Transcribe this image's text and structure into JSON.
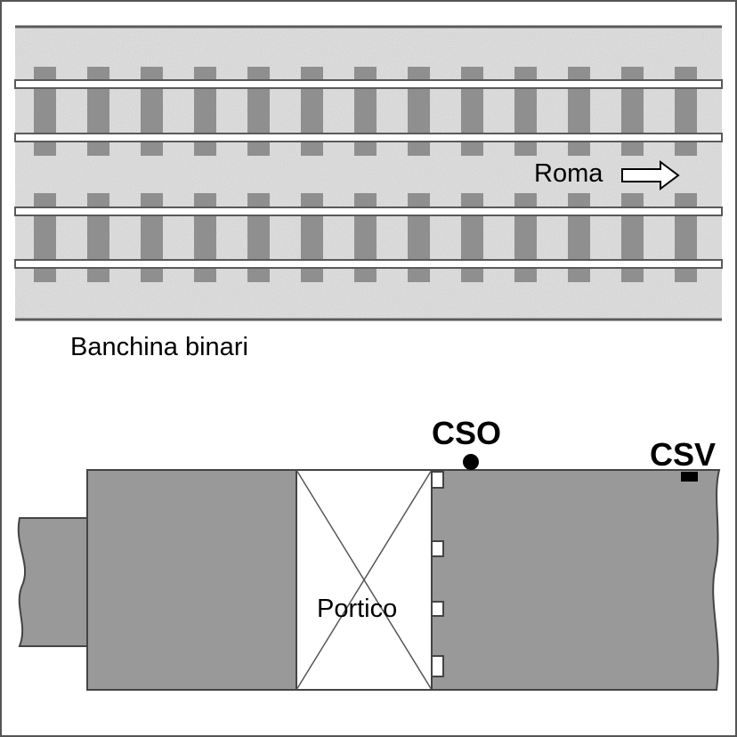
{
  "labels": {
    "direction": "Roma",
    "platform": "Banchina binari",
    "portico": "Portico",
    "cso": "CSO",
    "csv": "CSV"
  },
  "colors": {
    "ballast": "#e2e2e2",
    "sleeper": "#8f8f8f",
    "rail": "#5a5a5a",
    "building": "#999999",
    "outline": "#444444",
    "frame": "#555555",
    "marker": "#000000"
  },
  "icons": {
    "direction": "arrow-right-outline-icon",
    "cso": "filled-circle-icon",
    "csv": "filled-rectangle-icon"
  }
}
